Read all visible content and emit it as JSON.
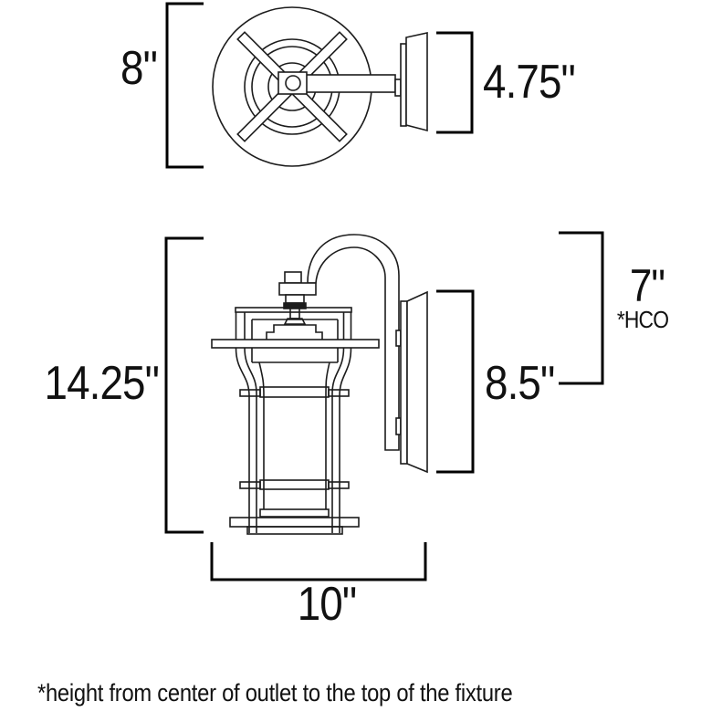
{
  "colors": {
    "background": "#ffffff",
    "drawing_line": "#1c1c1c",
    "bracket_line": "#000000",
    "text": "#111111"
  },
  "dimensions": {
    "top_view_height": "8\"",
    "backplate_width": "4.75\"",
    "fixture_height": "14.25\"",
    "backplate_height": "8.5\"",
    "outlet_to_top_height": "7\"",
    "outlet_to_top_abbrev": "*HCO",
    "fixture_width": "10\""
  },
  "footnote": "*height from center of outlet to the top of the fixture"
}
